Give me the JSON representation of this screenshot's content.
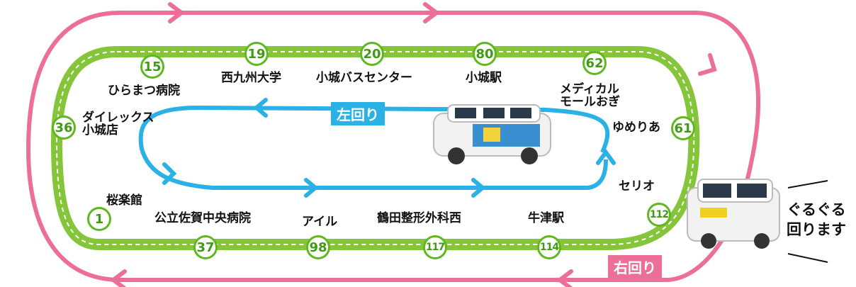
{
  "colors": {
    "outer_loop": "#ec6f97",
    "green_route": "#85c53a",
    "inner_loop": "#2ab1e6",
    "badge_text": "#3f9a14"
  },
  "labels": {
    "left_loop": "左回り",
    "right_loop": "右回り",
    "loop_caption_line1": "ぐるぐる",
    "loop_caption_line2": "回ります"
  },
  "stops": [
    {
      "number": "15",
      "name": "ひらまつ病院"
    },
    {
      "number": "19",
      "name": "西九州大学"
    },
    {
      "number": "20",
      "name": "小城バスセンター"
    },
    {
      "number": "80",
      "name": "小城駅"
    },
    {
      "number": "62",
      "name_line1": "メディカル",
      "name_line2": "モールおぎ"
    },
    {
      "number": "61",
      "name": "ゆめりあ"
    },
    {
      "number": "112",
      "name": "セリオ"
    },
    {
      "number": "114",
      "name": "牛津駅"
    },
    {
      "number": "117",
      "name": "鶴田整形外科西"
    },
    {
      "number": "98",
      "name": "アイル"
    },
    {
      "number": "37",
      "name": "公立佐賀中央病院"
    },
    {
      "number": "1",
      "name": "桜楽館"
    },
    {
      "number": "36",
      "name_line1": "ダイレックス",
      "name_line2": "小城店"
    }
  ],
  "icons": [
    "minibus-left-loop",
    "minibus-right-loop",
    "route-arrow"
  ]
}
